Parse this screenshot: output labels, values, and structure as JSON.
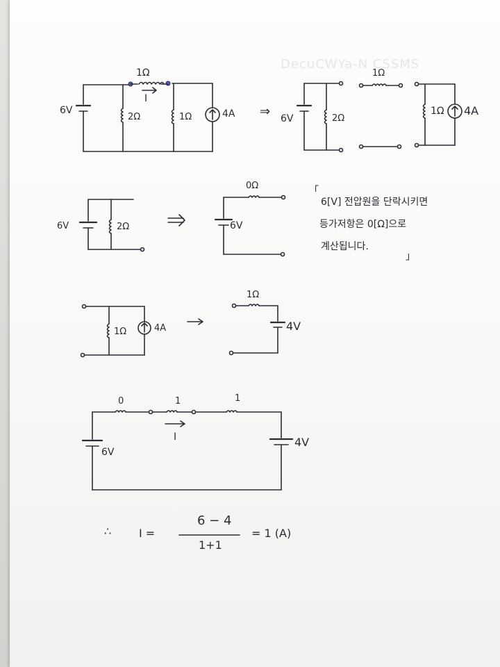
{
  "ghost_text": "DecuCWYa-N CSSMS",
  "fig1": {
    "source_v": "6V",
    "r_series": "1Ω",
    "r_shunt": "2Ω",
    "r_right": "1Ω",
    "current_source": "4A",
    "current_label": "I",
    "arrow": "⇒"
  },
  "fig2": {
    "source_v": "6V",
    "r_shunt": "2Ω",
    "r_top": "1Ω",
    "r_right": "1Ω",
    "current_source": "4A"
  },
  "fig3": {
    "source_v": "6V",
    "r_shunt": "2Ω",
    "arrow": "⇒",
    "r_top": "0Ω",
    "out_v": "6V"
  },
  "note": {
    "open_bracket": "「",
    "line1": "6[V] 전압원을 단락시키면",
    "line2": "등가저항은 0[Ω]으로",
    "line3": "계산됩니다.",
    "close_bracket": "」"
  },
  "fig4": {
    "r_left": "1Ω",
    "current_source": "4A",
    "arrow": "→",
    "r_top": "1Ω",
    "out_v": "4V"
  },
  "fig5": {
    "r0": "0",
    "r1": "1",
    "r2": "1",
    "current_label": "I",
    "left_v": "6V",
    "right_v": "4V"
  },
  "formula": {
    "therefore": "∴",
    "lhs": "I =",
    "numerator": "6 − 4",
    "denominator": "1+1",
    "result": "= 1 (A)"
  }
}
